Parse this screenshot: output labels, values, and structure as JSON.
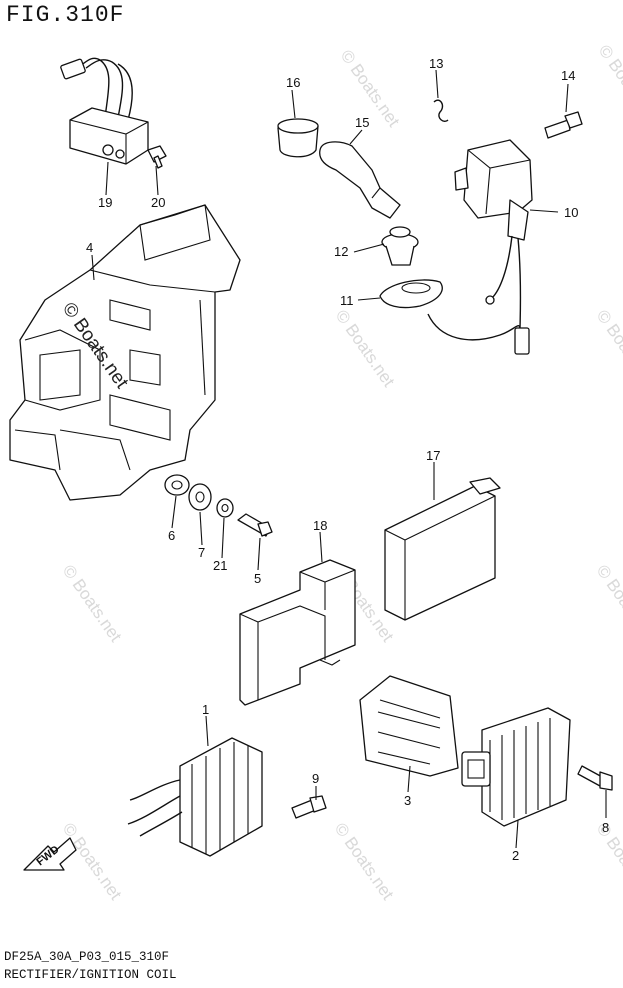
{
  "figure": {
    "title": "FIG.310F",
    "code": "DF25A_30A_P03_015_310F",
    "caption": "RECTIFIER/IGNITION COIL"
  },
  "watermark": "© Boats.net",
  "fwd_label": "FWD",
  "callouts": [
    "1",
    "2",
    "3",
    "4",
    "5",
    "6",
    "7",
    "8",
    "9",
    "10",
    "11",
    "12",
    "13",
    "14",
    "15",
    "16",
    "17",
    "18",
    "19",
    "20",
    "21"
  ]
}
